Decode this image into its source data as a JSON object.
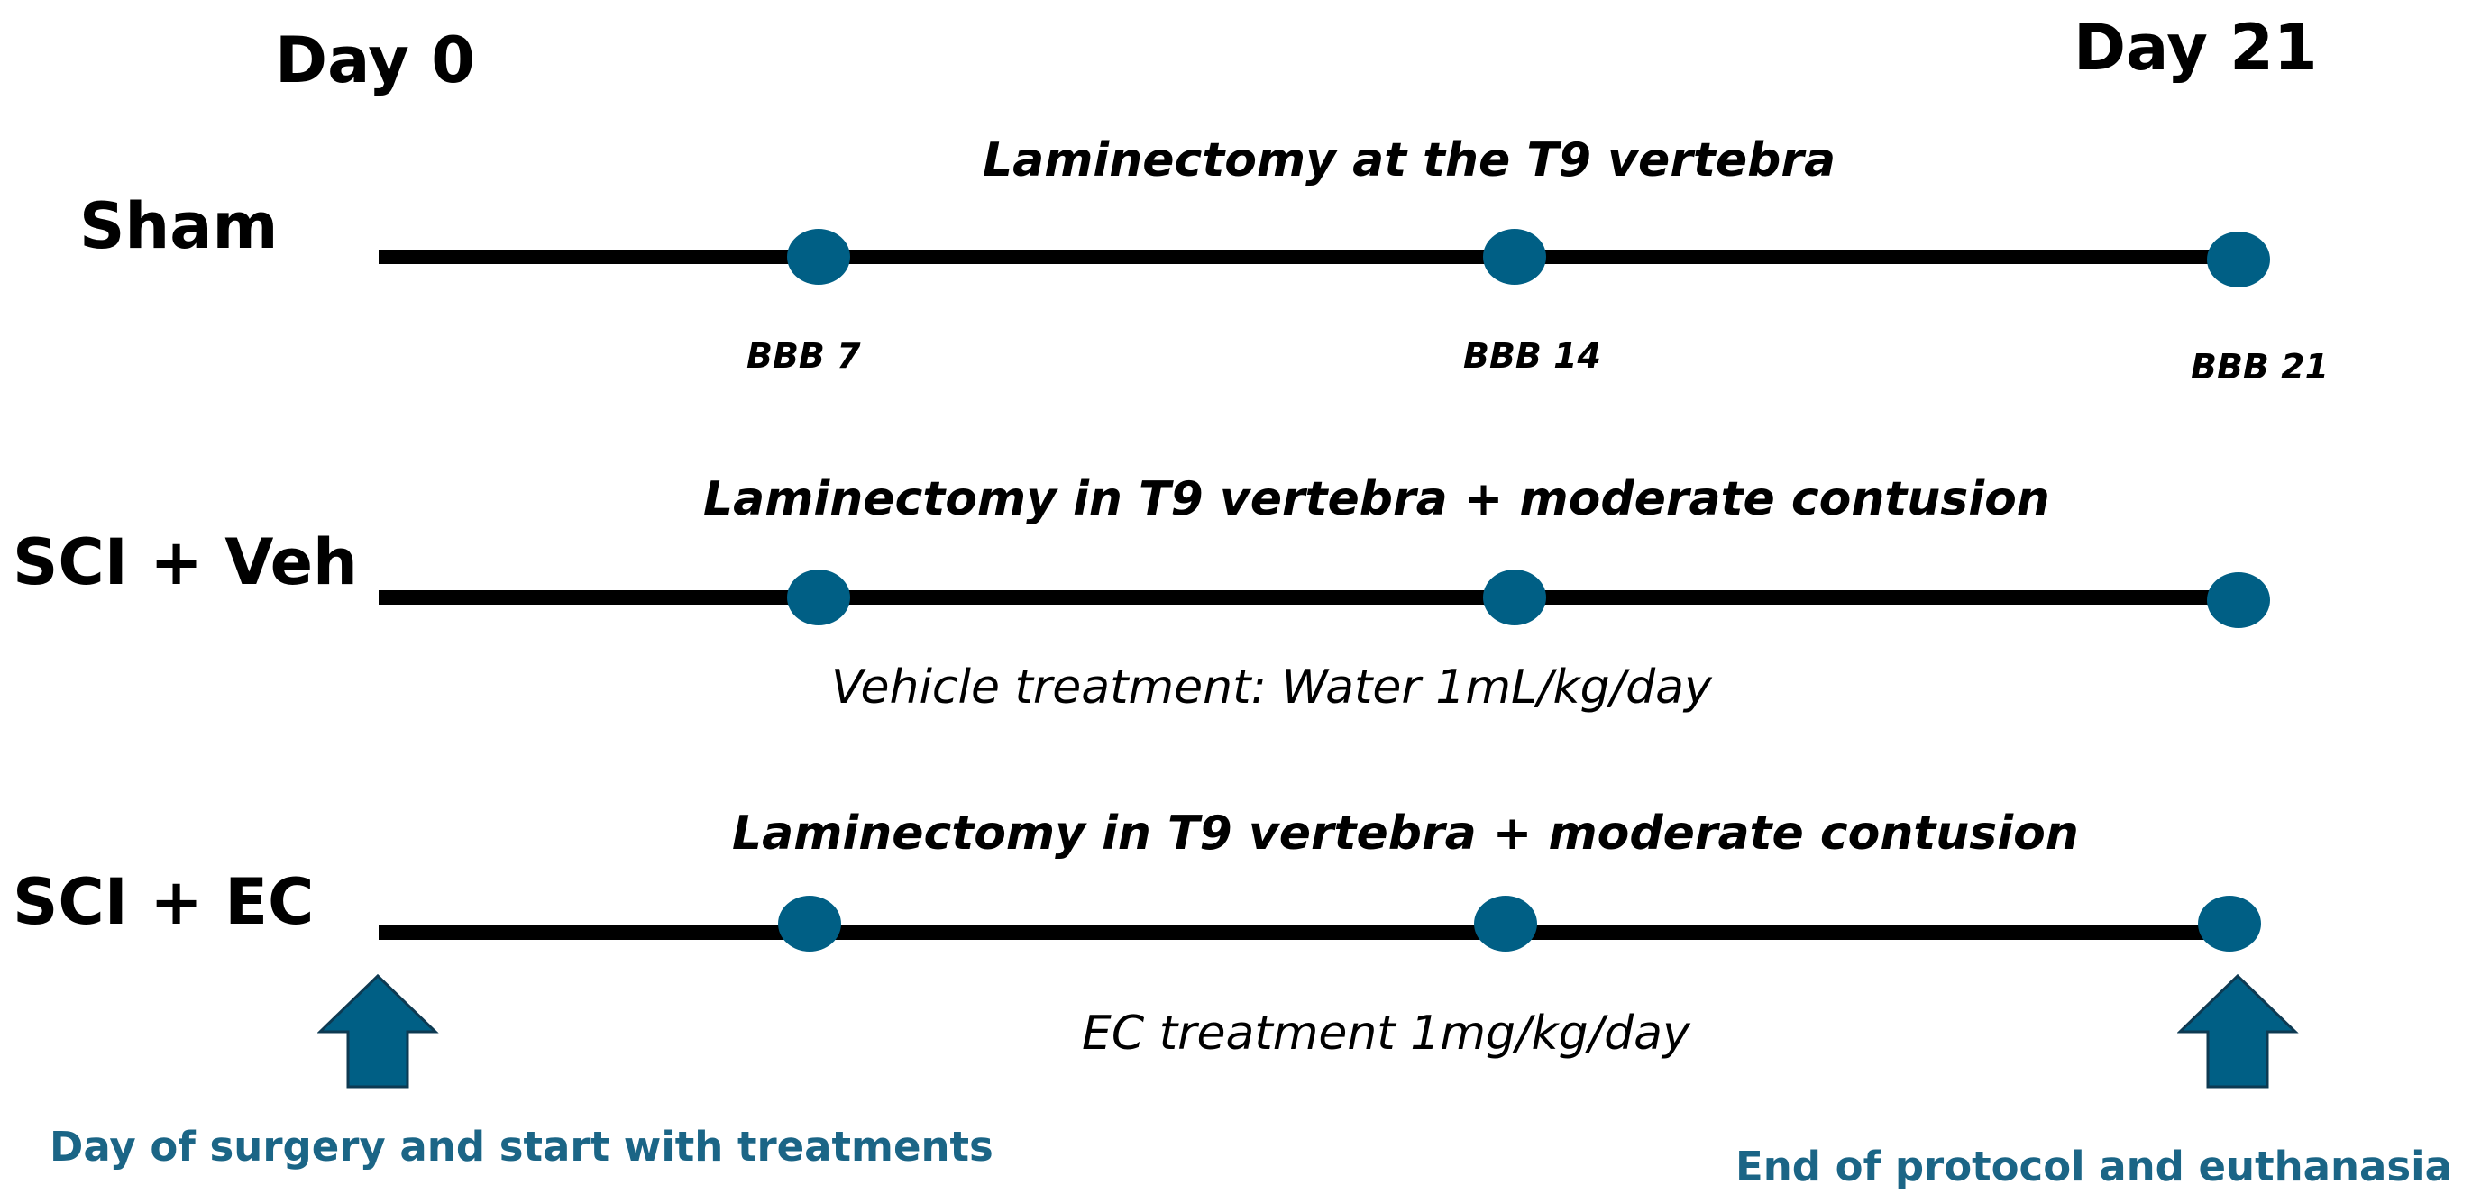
{
  "days": {
    "start": "Day 0",
    "end": "Day 21"
  },
  "groups": [
    {
      "label": "Sham",
      "procedure": "Laminectomy at the T9 vertebra",
      "treatment": "",
      "timepoints": [
        "BBB 7",
        "BBB 14",
        "BBB 21"
      ]
    },
    {
      "label": "SCI + Veh",
      "procedure": "Laminectomy in T9 vertebra +  moderate contusion",
      "treatment": "Vehicle treatment: Water 1mL/kg/day"
    },
    {
      "label": "SCI + EC",
      "procedure": "Laminectomy in T9 vertebra +  moderate contusion",
      "treatment": "EC treatment 1mg/kg/day"
    }
  ],
  "notes": {
    "start": "Day of surgery and start with treatments",
    "end": "End of protocol and euthanasia"
  },
  "colors": {
    "dot": "#005f85",
    "arrow": "#005f85",
    "note_text": "#1b6586",
    "line": "#000000"
  }
}
